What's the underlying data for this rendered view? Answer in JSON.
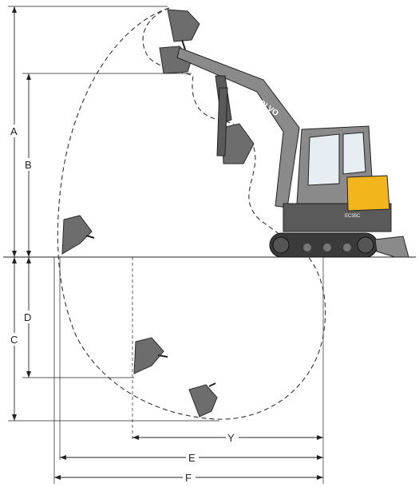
{
  "labels": {
    "A": "A",
    "B": "B",
    "C": "C",
    "D": "D",
    "E": "E",
    "F": "F",
    "Y": "Y"
  },
  "machine": {
    "brand": "VOLVO",
    "model": "EC35C"
  },
  "colors": {
    "machine_body": "#5a5a5a",
    "cab_accent": "#f2b51b",
    "line": "#222222"
  }
}
